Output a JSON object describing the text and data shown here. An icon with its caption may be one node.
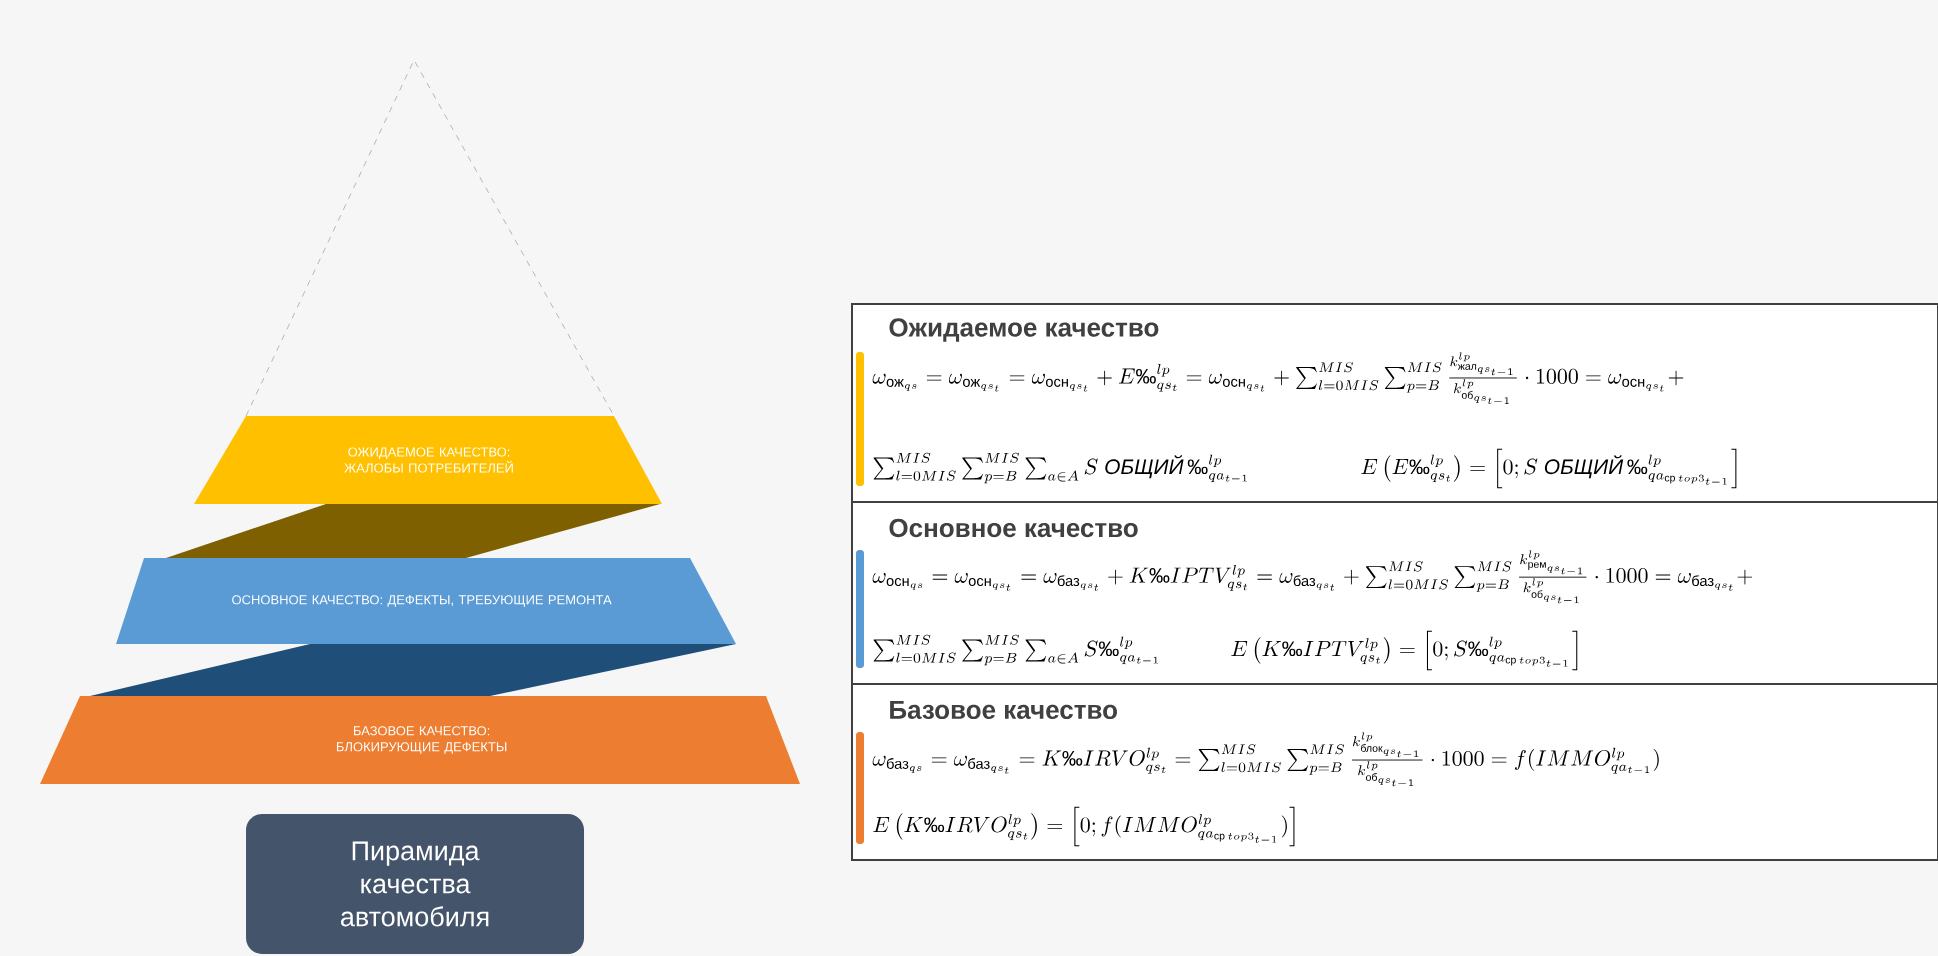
{
  "diagram": {
    "nodes": [
      {
        "text": [
          "ОЖИДАЕМОЕ КАЧЕСТВО: ЖАЛОБЫ ПОТРЕБИТЕЛЕЙ"
        ]
      },
      {
        "text": [
          "ОСНОВНОЕ КАЧЕСТВО: ДЕФЕКТЫ, ТРЕБУЮЩИЕ РЕМОНТА"
        ]
      },
      {
        "text": [
          "БАЗОВОЕ КАЧЕСТВО: БЛОКИРУЮЩИЕ ДЕФЕКТЫ"
        ]
      },
      {
        "text": [
          "Пирамида качества автомобиля"
        ]
      },
      {
        "text": [
          "Ожидаемое качество",
          "\\omega_{\\text{ож}_{qs}}=\\omega_{\\text{ож}_{qs_t}}=\\omega_{\\text{осн}_{qs_t}}+E\\text{‰}^{lp}_{qs_t}=\\omega_{\\text{осн}_{qs_t}}+\\sum_{l=0MIS}^{MIS}\\sum_{p=B}^{MIS}\\frac{k^{lp}_{\\text{жал}_{qs_{t-1}}}}{k^{lp}_{\\text{об}_{qs_{t-1}}}}\\cdot 1000=\\omega_{\\text{осн}_{qs_t}}+",
          "\\sum_{l=0MIS}^{MIS}\\sum_{p=B}^{MIS}\\sum_{a\\in A}S\\ \\textit{ОБЩИЙ}\\,\\text{‰}^{lp}_{qa_{t-1}}",
          "E\\left(E\\text{‰}^{lp}_{qs_t}\\right)=\\left[0;S\\ \\textit{ОБЩИЙ}\\,\\text{‰}^{lp}_{qa_{\\text{ср}\\,top3_{t-1}}}\\right]"
        ]
      },
      {
        "text": [
          "Основное качество",
          "\\omega_{\\text{осн}_{qs}}=\\omega_{\\text{осн}_{qs_t}}=\\omega_{\\text{баз}_{qs_t}}+K\\text{‰}IPTV^{lp}_{qs_t}=\\omega_{\\text{баз}_{qs_t}}+\\sum_{l=0MIS}^{MIS}\\sum_{p=B}^{MIS}\\frac{k^{lp}_{\\text{рем}_{qs_{t-1}}}}{k^{lp}_{\\text{об}_{qs_{t-1}}}}\\cdot 1000=\\omega_{\\text{баз}_{qs_t}}+",
          "\\sum_{l=0MIS}^{MIS}\\sum_{p=B}^{MIS}\\sum_{a\\in A}S\\text{‰}^{lp}_{qa_{t-1}}",
          "E\\left(K\\text{‰}IPTV^{lp}_{qs_t}\\right)=\\left[0;S\\text{‰}^{lp}_{qa_{\\text{ср}\\,top3_{t-1}}}\\right]"
        ]
      },
      {
        "text": [
          "Базовое качество",
          "\\omega_{\\text{баз}_{qs}}=\\omega_{\\text{баз}_{qs_t}}=K\\text{‰}IRVO^{lp}_{qs_t}=\\sum_{l=0MIS}^{MIS}\\sum_{p=B}^{MIS}\\frac{k^{lp}_{\\text{блок}_{qs_{t-1}}}}{k^{lp}_{\\text{об}_{qs_{t-1}}}}\\cdot 1000=f(IMMO^{lp}_{qa_{t-1}})",
          "E\\left(K\\text{‰}IRVO^{lp}_{qs_t}\\right)=\\left[0;f(IMMO^{lp}_{qa_{\\text{ср}\\,top3_{t-1}}})\\right]"
        ]
      }
    ]
  }
}
